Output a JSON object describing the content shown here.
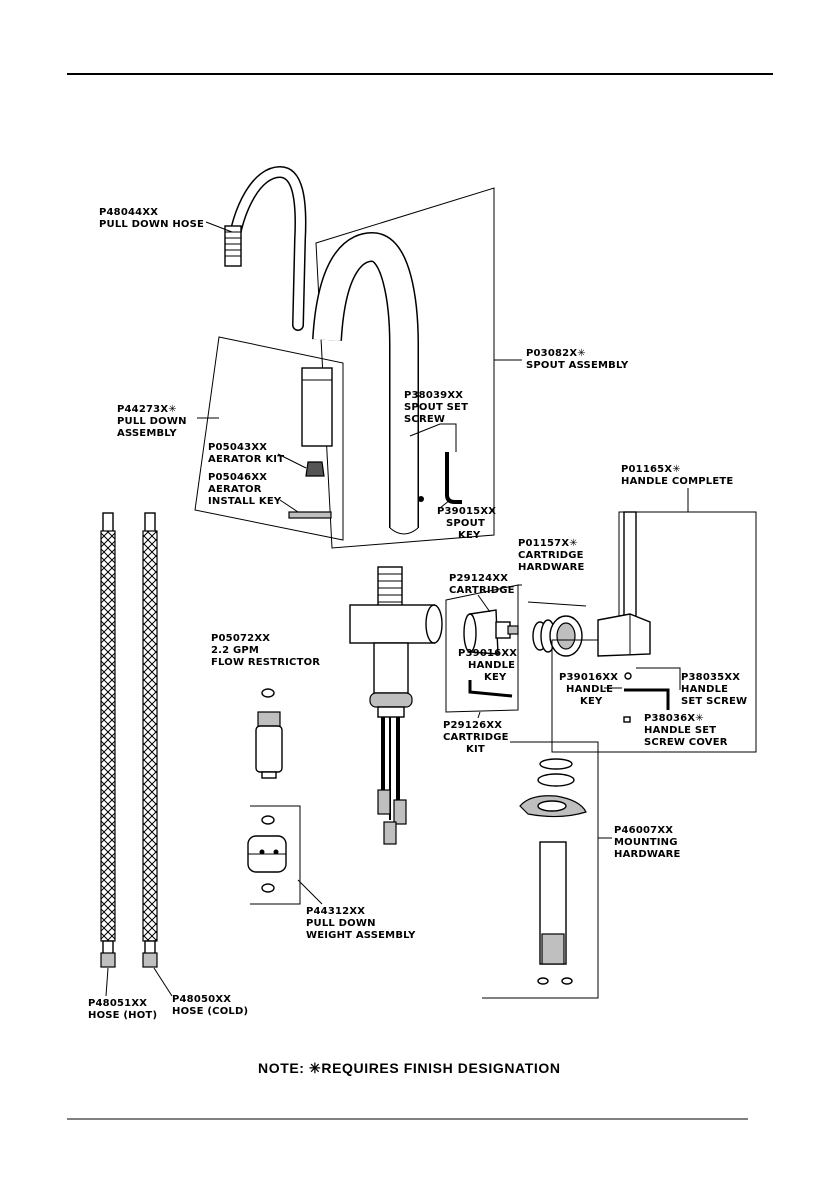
{
  "parts": {
    "pull_down_hose": [
      "P48044XX",
      "PULL  DOWN  HOSE"
    ],
    "spout_assembly": [
      "P03082X✳",
      "SPOUT  ASSEMBLY"
    ],
    "pull_down_assembly": [
      "P44273X✳",
      "PULL  DOWN",
      "ASSEMBLY"
    ],
    "aerator_kit": [
      "P05043XX",
      "AERATOR  KIT"
    ],
    "aerator_install_key": [
      "P05046XX",
      "AERATOR",
      "INSTALL  KEY"
    ],
    "spout_set_screw": [
      "P38039XX",
      "SPOUT  SET",
      "SCREW"
    ],
    "spout_key": [
      "P39015XX",
      "SPOUT",
      "KEY"
    ],
    "handle_complete": [
      "P01165X✳",
      "HANDLE  COMPLETE"
    ],
    "cartridge_hardware": [
      "P01157X✳",
      "CARTRIDGE",
      "HARDWARE"
    ],
    "cartridge": [
      "P29124XX",
      "CARTRIDGE"
    ],
    "handle_key_cartridge": [
      "P39016XX",
      "HANDLE",
      "KEY"
    ],
    "cartridge_kit": [
      "P29126XX",
      "CARTRIDGE",
      "KIT"
    ],
    "handle_key_handle": [
      "P39016XX",
      "HANDLE",
      "KEY"
    ],
    "handle_set_screw": [
      "P38035XX",
      "HANDLE",
      "SET  SCREW"
    ],
    "handle_set_screw_cover": [
      "P38036X✳",
      "HANDLE  SET",
      "SCREW  COVER"
    ],
    "flow_restrictor": [
      "P05072XX",
      "2.2  GPM",
      "FLOW  RESTRICTOR"
    ],
    "weight_assembly": [
      "P44312XX",
      "PULL  DOWN",
      "WEIGHT  ASSEMBLY"
    ],
    "mounting_hardware": [
      "P46007XX",
      "MOUNTING",
      "HARDWARE"
    ],
    "hose_hot": [
      "P48051XX",
      "HOSE  (HOT)"
    ],
    "hose_cold": [
      "P48050XX",
      "HOSE  (COLD)"
    ]
  },
  "note": "NOTE:   ✳REQUIRES   FINISH   DESIGNATION"
}
